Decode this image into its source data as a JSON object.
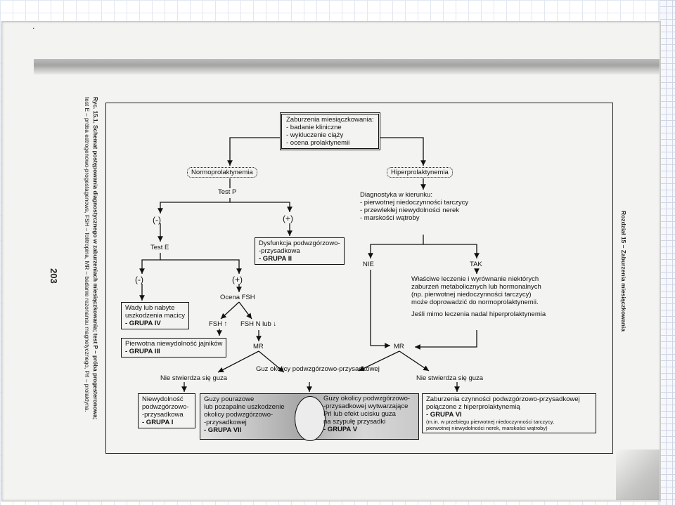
{
  "boxes": {
    "top": {
      "title": "Zaburzenia miesiączkowania:",
      "items": [
        "- badanie kliniczne",
        "- wykluczenie ciąży",
        "- ocena prolaktynemii"
      ]
    },
    "normoprolactinemia": "Normoprolaktynemia",
    "hyperprolactinemia": "Hiperprolaktynemia",
    "dysfunction": {
      "lines": [
        "Dysfunkcja podwzgórzowo-",
        "-przysadkowa"
      ],
      "group": "- GRUPA II"
    },
    "uterus": {
      "lines": [
        "Wady lub nabyte",
        "uszkodzenia macicy"
      ],
      "group": "- GRUPA IV"
    },
    "ovarian": {
      "lines": [
        "Pierwotna niewydolność jajników"
      ],
      "group": "- GRUPA III"
    },
    "insufficiency": {
      "lines": [
        "Niewydolność",
        "podwzgórzowo-",
        "-przysadkowa"
      ],
      "group": "- GRUPA I"
    },
    "tumors_post": {
      "lines": [
        "Guzy pourazowe",
        "lub pozapalne uszkodzenie",
        "okolicy podwzgórzowo-",
        "-przysadkowej"
      ],
      "group": "- GRUPA VII"
    },
    "tumors_prl": {
      "lines": [
        "Guzy okolicy podwzgórzowo-",
        "-przysadkowej wytwarzające",
        "Prl lub efekt ucisku guza",
        "na szypułę przysadki"
      ],
      "group": "- GRUPA V"
    },
    "functional": {
      "lines": [
        "Zaburzenia czynności podwzgórzowo-przysadkowej",
        "połączone z hiperprolaktynemią"
      ],
      "group": "- GRUPA VI",
      "note": [
        "(m.in. w przebiegu pierwotnej niedoczynności tarczycy,",
        "pierwotnej niewydolności nerek, marskości wątroby)"
      ]
    }
  },
  "labels": {
    "test_p": "Test P",
    "minus": "(-)",
    "plus": "(+)",
    "test_e": "Test E",
    "ocena_fsh": "Ocena FSH",
    "fsh_up": "FSH ↑",
    "fsh_n": "FSH  N lub ↓",
    "mr": "MR",
    "no_tumor": "Nie stwierdza się guza",
    "tumor_region": "Guz okolicy podwzgórzowo-przysadkowej",
    "nie": "NIE",
    "tak": "TAK"
  },
  "diagnostics": {
    "title": "Diagnostyka w kierunku:",
    "items": [
      "- pierwotnej niedoczynności tarczycy",
      "- przewlekłej niewydolności nerek",
      "- marskości wątroby"
    ]
  },
  "treatment": {
    "lines": [
      "Właściwe leczenie i wyrównanie niektórych",
      "zaburzeń metabolicznych lub hormonalnych",
      "(np. pierwotnej niedoczynności tarczycy)",
      "może doprowadzić do normoprolaktynemii."
    ],
    "followup": "Jeśli mimo leczenia nadal hiperprolaktynemia"
  },
  "page_number": "203",
  "caption": {
    "line1": "Ryc. 15.1. Schemat postępowania diagnostycznego w zaburzeniach miesiączkowania; test P – próba progesteronowa;",
    "line2": "test E – próba estrogenowo-progestagenowa, FSH – folitropina, MR – badanie rezonansu magnetycznego, Prl – prolaktyna."
  },
  "header": "Rozdział 15  –  Zaburzenia miesiączkowania"
}
